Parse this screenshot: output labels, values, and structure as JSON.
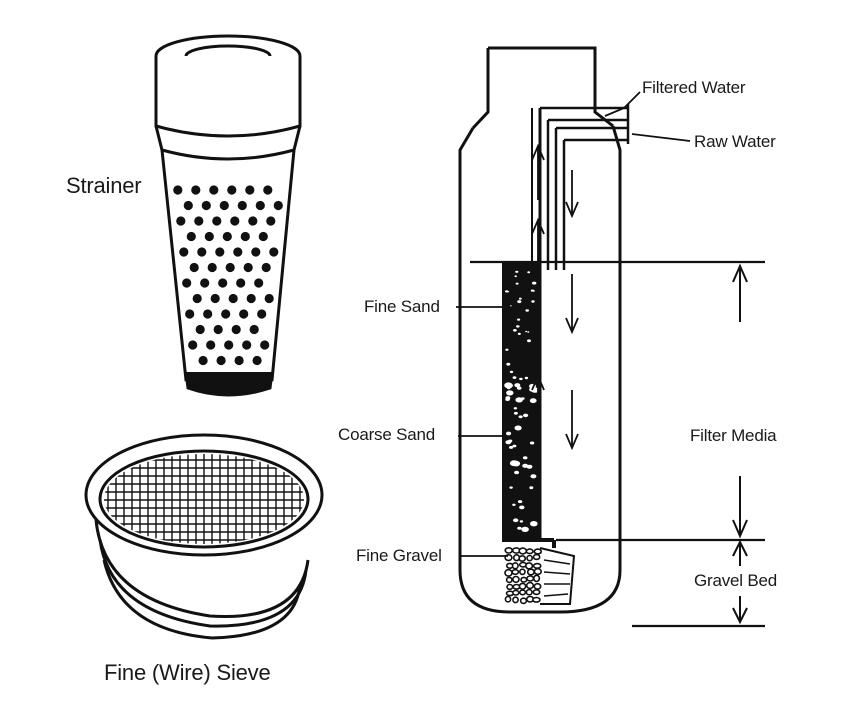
{
  "labels": {
    "strainer": "Strainer",
    "sieve": "Fine (Wire) Sieve",
    "filtered_water": "Filtered Water",
    "raw_water": "Raw Water",
    "fine_sand": "Fine Sand",
    "coarse_sand": "Coarse Sand",
    "fine_gravel": "Fine Gravel",
    "filter_media": "Filter Media",
    "gravel_bed": "Gravel Bed"
  },
  "icons": {
    "strainer": "perforated-cup",
    "sieve": "wire-mesh-sieve",
    "filter": "sand-filter-column"
  },
  "colors": {
    "ink": "#111111",
    "background": "#ffffff"
  }
}
